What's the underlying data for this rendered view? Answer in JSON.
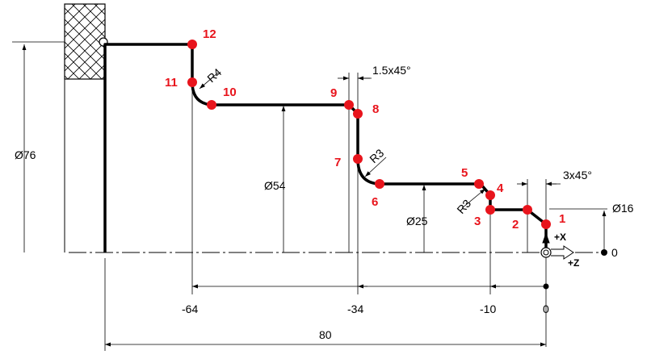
{
  "colors": {
    "profile": "#000000",
    "point": "#e8141c",
    "dimension": "#000000",
    "hatch": "#000000"
  },
  "points": [
    "1",
    "2",
    "3",
    "4",
    "5",
    "6",
    "7",
    "8",
    "9",
    "10",
    "11",
    "12"
  ],
  "dimensions": {
    "d76": "Ø76",
    "d54": "Ø54",
    "d25": "Ø25",
    "d16": "Ø16",
    "r4": "R4",
    "r3_upper": "R3",
    "r3_lower": "R3",
    "chamfer_1_5": "1.5x45°",
    "chamfer_3": "3x45°",
    "z_m64": "-64",
    "z_m34": "-34",
    "z_m10": "-10",
    "z_0": "0",
    "length_80": "80",
    "x_zero": "0"
  },
  "axes": {
    "plus_x": "+X",
    "plus_z": "+Z"
  }
}
